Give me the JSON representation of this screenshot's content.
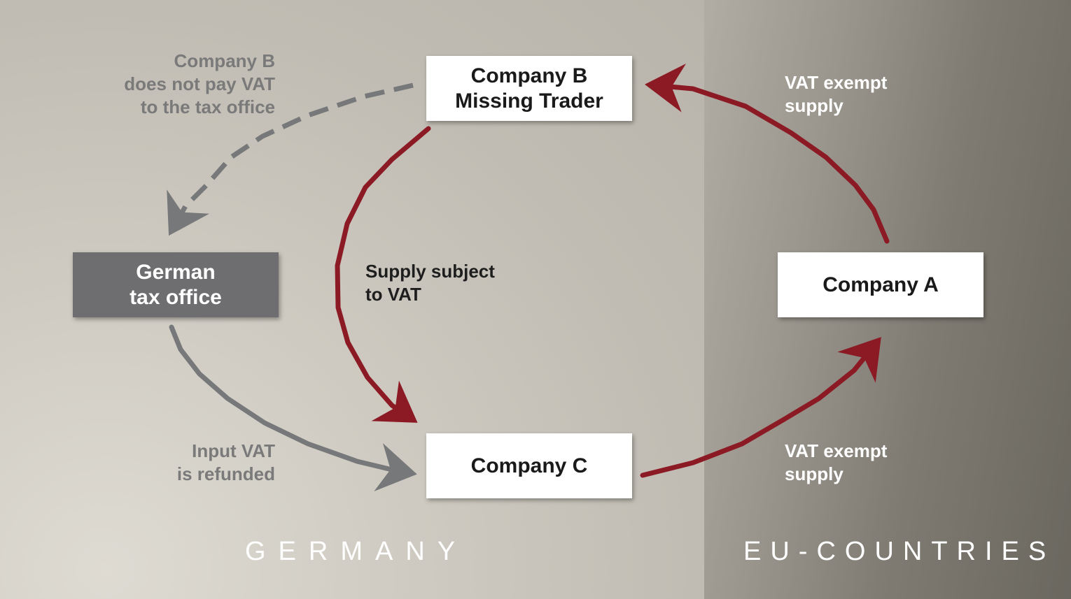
{
  "nodes": {
    "company_b": {
      "line1": "Company B",
      "line2": "Missing Trader"
    },
    "company_c": {
      "label": "Company C"
    },
    "company_a": {
      "label": "Company A"
    },
    "tax_office": {
      "line1": "German",
      "line2": "tax office"
    }
  },
  "edge_labels": {
    "b_no_vat": [
      "Company B",
      "does not pay VAT",
      "to the tax office"
    ],
    "refund": [
      "Input VAT",
      "is refunded"
    ],
    "supply_vat": [
      "Supply subject",
      "to VAT"
    ],
    "exempt_top": [
      "VAT exempt",
      "supply"
    ],
    "exempt_bottom": [
      "VAT exempt",
      "supply"
    ]
  },
  "regions": {
    "germany": "GERMANY",
    "eu": "EU-COUNTRIES"
  },
  "colors": {
    "red_arrow": "#8b1a24",
    "gray_arrow": "#77787a",
    "tax_office_fill": "#6e6e70"
  }
}
